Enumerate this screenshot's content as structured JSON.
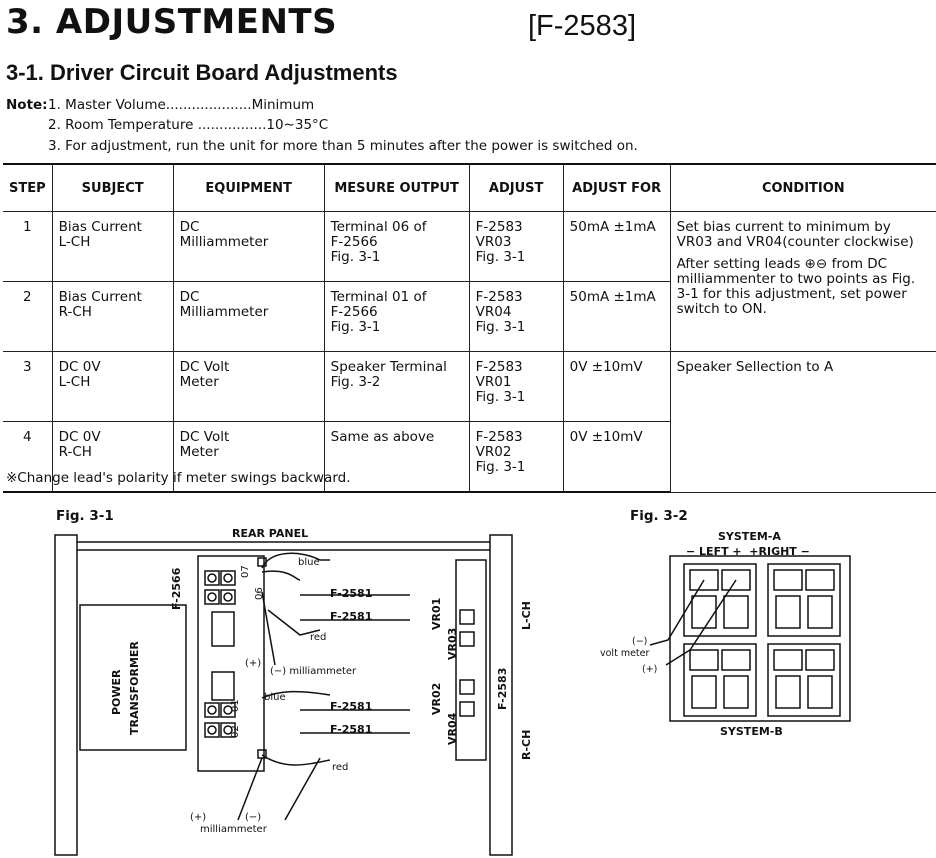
{
  "header": {
    "title": "3. ADJUSTMENTS",
    "model_code": "[F-2583]",
    "section_title": "3-1. Driver Circuit Board Adjustments"
  },
  "notes": {
    "label": "Note:",
    "items": [
      "1. Master Volume....................Minimum",
      "2. Room Temperature ................10∼35°C",
      "3. For adjustment, run the unit for more than 5 minutes after the power is switched on."
    ]
  },
  "table": {
    "headers": [
      "STEP",
      "SUBJECT",
      "EQUIPMENT",
      "MESURE OUTPUT",
      "ADJUST",
      "ADJUST FOR",
      "CONDITION"
    ],
    "rows": [
      {
        "step": "1",
        "subject": [
          "Bias Current",
          "L-CH"
        ],
        "equipment": [
          "DC",
          "Milliammeter"
        ],
        "output": [
          "Terminal 06 of",
          "F-2566",
          "Fig. 3-1"
        ],
        "adjust": [
          "F-2583",
          "VR03",
          "Fig. 3-1"
        ],
        "adjust_for": "50mA ±1mA"
      },
      {
        "step": "2",
        "subject": [
          "Bias Current",
          "R-CH"
        ],
        "equipment": [
          "DC",
          "Milliammeter"
        ],
        "output": [
          "Terminal 01 of",
          "F-2566",
          "Fig. 3-1"
        ],
        "adjust": [
          "F-2583",
          "VR04",
          "Fig. 3-1"
        ],
        "adjust_for": "50mA ±1mA"
      },
      {
        "step": "3",
        "subject": [
          "DC 0V",
          "L-CH"
        ],
        "equipment": [
          "DC Volt",
          "Meter"
        ],
        "output": [
          "Speaker Terminal",
          "Fig. 3-2"
        ],
        "adjust": [
          "F-2583",
          "VR01",
          "Fig. 3-1"
        ],
        "adjust_for": "0V ±10mV"
      },
      {
        "step": "4",
        "subject": [
          "DC 0V",
          "R-CH"
        ],
        "equipment": [
          "DC Volt",
          "Meter"
        ],
        "output": [
          "Same as above"
        ],
        "adjust": [
          "F-2583",
          "VR02",
          "Fig. 3-1"
        ],
        "adjust_for": "0V ±10mV"
      }
    ],
    "condition_a": "Set bias current to minimum by VR03 and VR04(counter clockwise)",
    "condition_b": "After setting leads ⊕⊖ from DC milliammenter to two points as Fig. 3-1 for this adjustment, set power switch to ON.",
    "condition_c": "Speaker Sellection to A"
  },
  "footnote": "※Change lead's polarity if meter swings backward.",
  "fig1": {
    "label": "Fig. 3-1",
    "rear_panel": "REAR PANEL",
    "power_transformer_1": "POWER",
    "power_transformer_2": "TRANSFORMER",
    "board_f2566": "F-2566",
    "board_f2583": "F-2583",
    "board_f2581_a": "F-2581",
    "board_f2581_b": "F-2581",
    "board_f2581_c": "F-2581",
    "board_f2581_d": "F-2581",
    "wire_blue_1": "blue",
    "wire_blue_2": "blue",
    "wire_red_1": "red",
    "wire_red_2": "red",
    "terminal_07": "07",
    "terminal_06": "06",
    "terminal_01": "01",
    "terminal_02": "02",
    "vr01": "VR01",
    "vr02": "VR02",
    "vr03": "VR03",
    "vr04": "VR04",
    "lch": "L-CH",
    "rch": "R-CH",
    "plus": "(+)",
    "minus": "(−)",
    "milliammeter_top": "(−) milliammeter",
    "milliammeter_bottom": "milliammeter"
  },
  "fig2": {
    "label": "Fig. 3-2",
    "system_a": "SYSTEM-A",
    "left_right": "− LEFT +  +RIGHT −",
    "system_b": "SYSTEM-B",
    "minus": "(−)",
    "volt_meter": "volt meter",
    "plus": "(+)"
  }
}
